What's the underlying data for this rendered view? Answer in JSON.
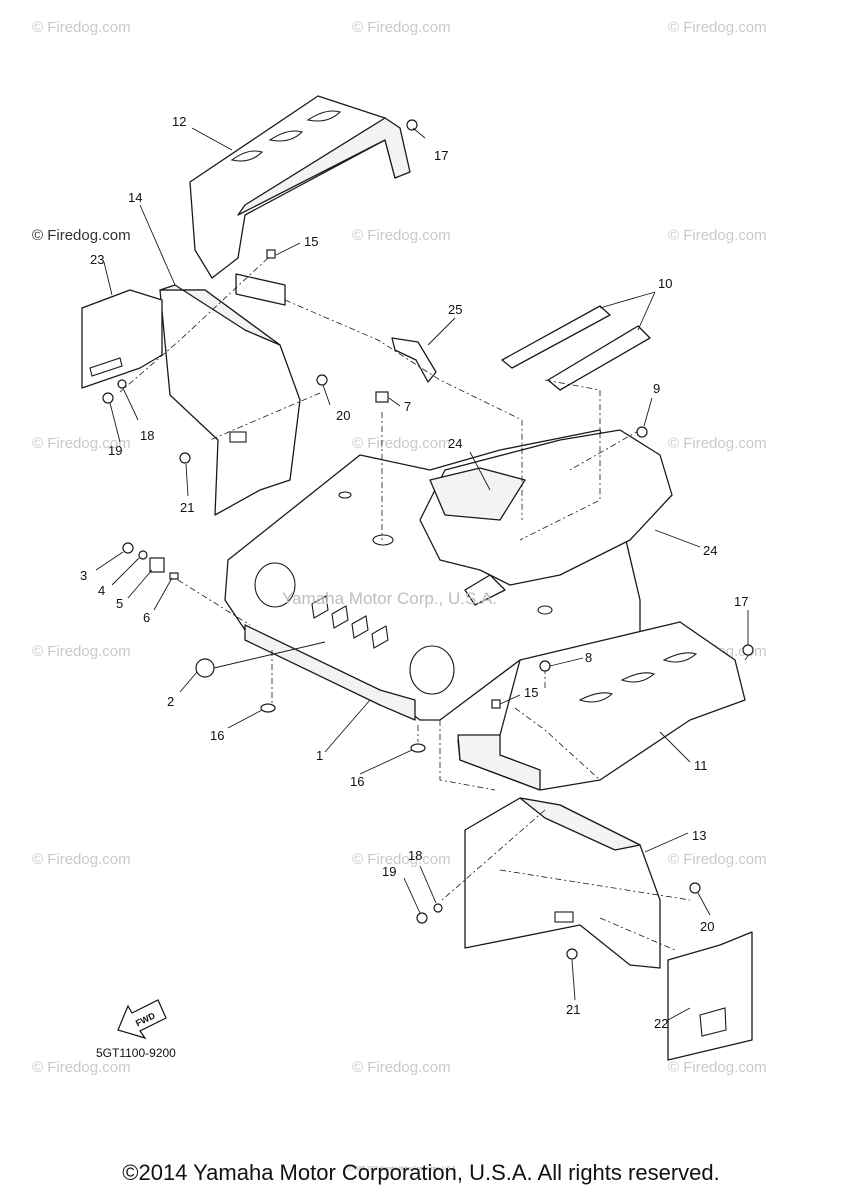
{
  "watermark": "© Firedog.com",
  "center_watermark": "Yamaha Motor Corp., U.S.A.",
  "tiny_note": "(c) 2005-2015 Yamaha Motor Corporation, U.S.A.",
  "callouts": [
    "1",
    "2",
    "3",
    "4",
    "5",
    "6",
    "7",
    "8",
    "9",
    "10",
    "11",
    "12",
    "13",
    "14",
    "15",
    "16",
    "17",
    "18",
    "19",
    "20",
    "21",
    "22",
    "23",
    "24",
    "25"
  ],
  "fwd_label": "FWD",
  "diagram_code": "5GT1100-9200",
  "copyright": "©2014 Yamaha Motor Corporation, U.S.A. All rights reserved."
}
